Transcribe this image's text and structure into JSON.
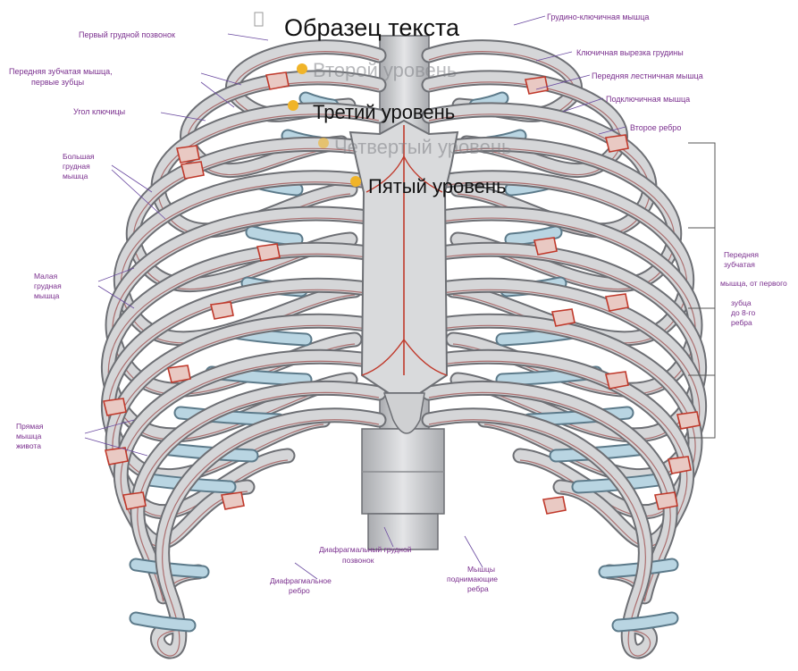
{
  "overlay": {
    "title": "Образец текста",
    "levels": [
      "Второй уровень",
      "Третий уровень",
      "Четвертый уровень",
      "Пятый уровень"
    ],
    "bullet_color": "#f0b429"
  },
  "labels": {
    "left": [
      "Первый грудной позвонок",
      "Передняя зубчатая мышца,",
      "первые зубцы",
      "Угол ключицы",
      "Большая",
      "грудная",
      "мышца",
      "Малая",
      "грудная",
      "мышца",
      "Прямая",
      "мышца",
      "живота"
    ],
    "right": [
      "Грудино-ключичная мышца",
      "Ключичная вырезка грудины",
      "Передняя лестничная мышца",
      "Подключичная мышца",
      "Второе ребро",
      "Передняя",
      "зубчатая",
      "мышца, от первого",
      "зубца",
      "до 8-го",
      "ребра"
    ],
    "bottom": [
      "Диафрагмальный грудной",
      "позвонок",
      "Диафрагмальное",
      "ребро",
      "Мышцы",
      "поднимающие",
      "ребра"
    ]
  },
  "colors": {
    "bone": "#d5d6d8",
    "bone_outline": "#6d6f74",
    "cartilage": "#b9d5e2",
    "muscle_attachment": "#c0392b",
    "label_text": "#7a2f8e"
  }
}
